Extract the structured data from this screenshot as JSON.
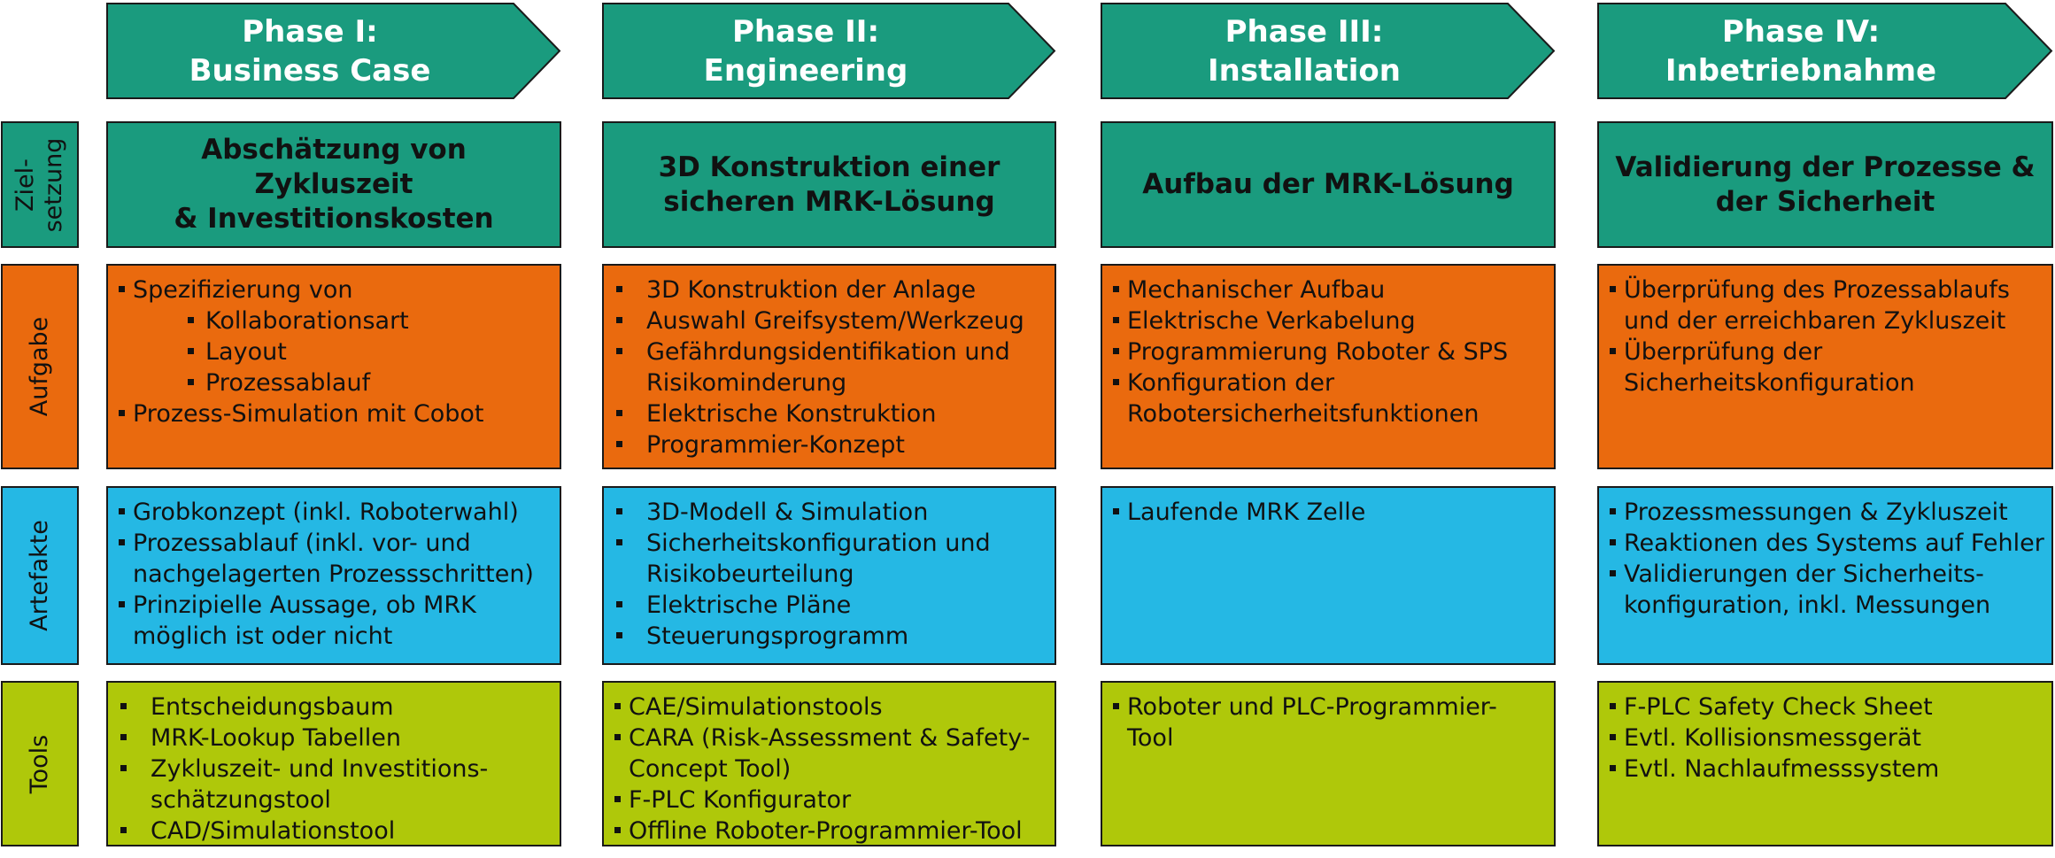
{
  "phases": [
    {
      "line1": "Phase I:",
      "line2": "Business Case"
    },
    {
      "line1": "Phase II:",
      "line2": "Engineering"
    },
    {
      "line1": "Phase III:",
      "line2": "Installation"
    },
    {
      "line1": "Phase IV:",
      "line2": "Inbetriebnahme"
    }
  ],
  "rows": {
    "zielsetzung": {
      "line1": "Ziel-",
      "line2": "setzung"
    },
    "aufgabe": "Aufgabe",
    "artefakte": "Artefakte",
    "tools": "Tools"
  },
  "ziel": [
    {
      "line1": "Abschätzung von Zykluszeit",
      "line2": "& Investitionskosten"
    },
    {
      "line1": "3D Konstruktion einer",
      "line2": "sicheren MRK-Lösung"
    },
    {
      "line1": "Aufbau der MRK-Lösung",
      "line2": ""
    },
    {
      "line1": "Validierung der Prozesse &",
      "line2": "der Sicherheit"
    }
  ],
  "aufgabe": [
    {
      "items": [
        {
          "text": "Spezifizierung von"
        },
        {
          "text": "Kollaborationsart",
          "sub": true
        },
        {
          "text": "Layout",
          "sub": true
        },
        {
          "text": "Prozessablauf",
          "sub": true
        },
        {
          "text": "Prozess-Simulation mit Cobot"
        }
      ]
    },
    {
      "items": [
        {
          "lines": [
            "3D Konstruktion der Anlage"
          ]
        },
        {
          "lines": [
            "Auswahl Greifsystem/Werkzeug"
          ]
        },
        {
          "lines": [
            "Gefährdungsidentifikation und",
            "Risikominderung"
          ]
        },
        {
          "lines": [
            "Elektrische Konstruktion"
          ]
        },
        {
          "lines": [
            "Programmier-Konzept"
          ]
        }
      ]
    },
    {
      "items": [
        {
          "lines": [
            "Mechanischer Aufbau"
          ]
        },
        {
          "lines": [
            "Elektrische Verkabelung"
          ]
        },
        {
          "lines": [
            "Programmierung Roboter & SPS"
          ]
        },
        {
          "lines": [
            "Konfiguration der",
            "Robotersicherheitsfunktionen"
          ]
        }
      ]
    },
    {
      "items": [
        {
          "lines": [
            "Überprüfung des Prozessablaufs",
            "und der erreichbaren Zykluszeit"
          ]
        },
        {
          "lines": [
            "Überprüfung der",
            "Sicherheitskonfiguration"
          ]
        }
      ]
    }
  ],
  "artefakte": [
    {
      "items": [
        {
          "lines": [
            "Grobkonzept (inkl. Roboterwahl)"
          ]
        },
        {
          "lines": [
            "Prozessablauf (inkl. vor- und",
            "nachgelagerten Prozessschritten)"
          ]
        },
        {
          "lines": [
            "Prinzipielle Aussage, ob MRK",
            "möglich ist oder nicht"
          ]
        }
      ]
    },
    {
      "items": [
        {
          "lines": [
            "3D-Modell & Simulation"
          ]
        },
        {
          "lines": [
            "Sicherheitskonfiguration und",
            "Risikobeurteilung"
          ]
        },
        {
          "lines": [
            "Elektrische Pläne"
          ]
        },
        {
          "lines": [
            "Steuerungsprogramm"
          ]
        }
      ]
    },
    {
      "items": [
        {
          "lines": [
            "Laufende MRK Zelle"
          ]
        }
      ]
    },
    {
      "items": [
        {
          "lines": [
            "Prozessmessungen & Zykluszeit"
          ]
        },
        {
          "lines": [
            "Reaktionen des Systems auf Fehler"
          ]
        },
        {
          "lines": [
            "Validierungen der Sicherheits-",
            "konfiguration, inkl. Messungen"
          ]
        }
      ]
    }
  ],
  "tools": [
    {
      "items": [
        {
          "lines": [
            "Entscheidungsbaum"
          ]
        },
        {
          "lines": [
            "MRK-Lookup Tabellen"
          ]
        },
        {
          "lines": [
            "Zykluszeit- und Investitions-",
            "schätzungstool"
          ]
        },
        {
          "lines": [
            "CAD/Simulationstool"
          ]
        }
      ]
    },
    {
      "items": [
        {
          "lines": [
            "CAE/Simulationstools"
          ]
        },
        {
          "lines": [
            "CARA (Risk-Assessment & Safety-",
            "Concept Tool)"
          ]
        },
        {
          "lines": [
            "F-PLC Konfigurator"
          ]
        },
        {
          "lines": [
            "Offline Roboter-Programmier-Tool"
          ]
        }
      ]
    },
    {
      "items": [
        {
          "lines": [
            "Roboter und PLC-Programmier-",
            "Tool"
          ]
        }
      ]
    },
    {
      "items": [
        {
          "lines": [
            "F-PLC Safety Check Sheet"
          ]
        },
        {
          "lines": [
            "Evtl. Kollisionsmessgerät"
          ]
        },
        {
          "lines": [
            "Evtl. Nachlaufmesssystem"
          ]
        }
      ]
    }
  ],
  "colors": {
    "phase": "#1a9b7e",
    "zielsetzung": "#1a9b7e",
    "aufgabe": "#ea6a0e",
    "artefakte": "#25b8e4",
    "tools": "#afc80a",
    "border": "#1a1a1a"
  }
}
